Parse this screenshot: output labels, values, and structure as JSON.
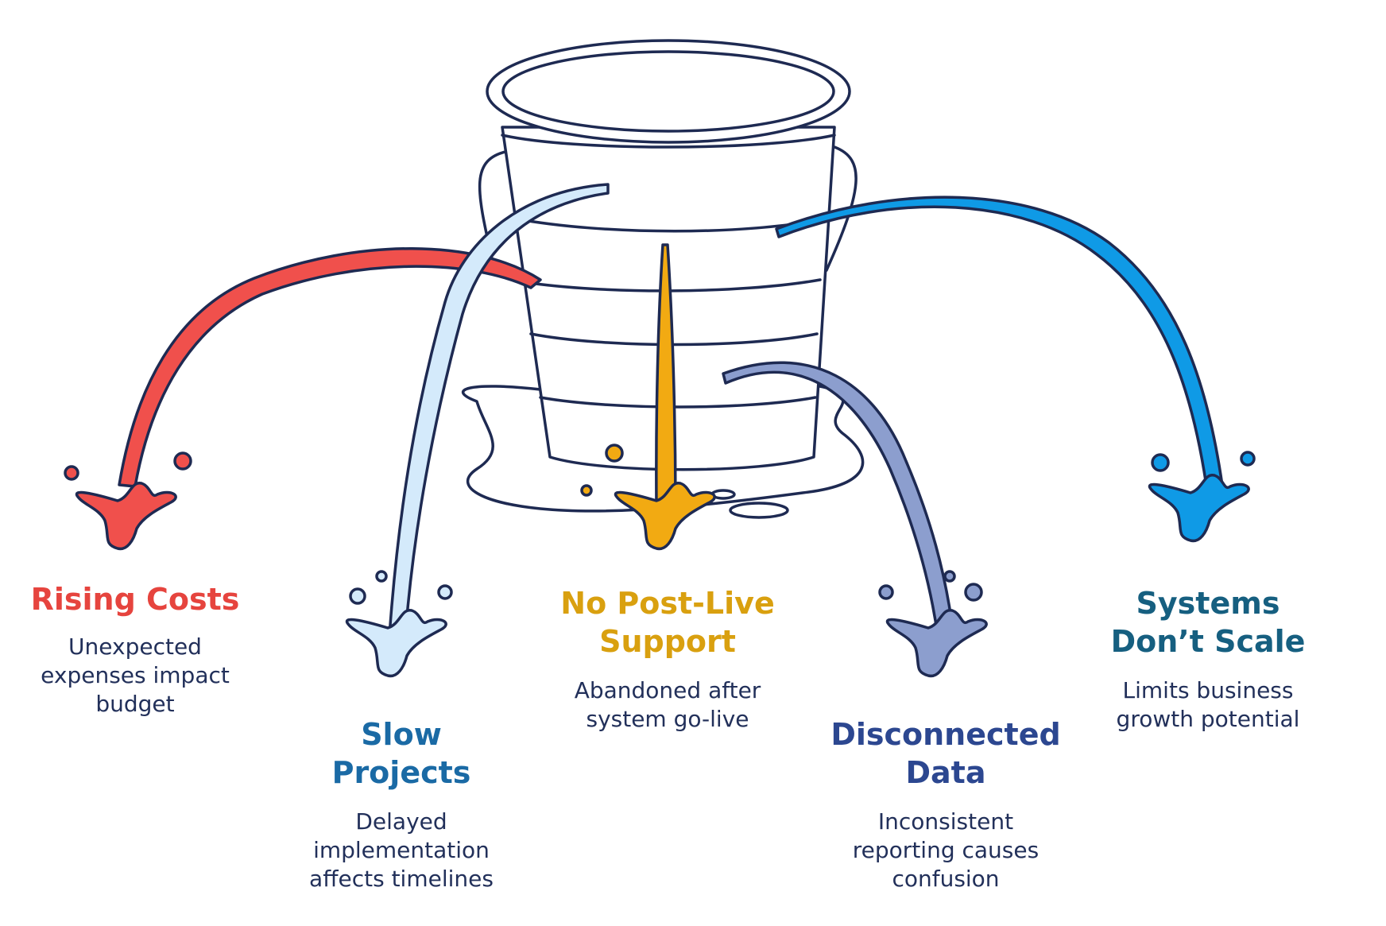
{
  "colors": {
    "outline": "#1e2a52",
    "red": "#f0504c",
    "light_blue": "#d4eafb",
    "gold": "#f2aa12",
    "slate": "#8c9ece",
    "sky": "#0f9ae6"
  },
  "items": [
    {
      "title": "Rising Costs",
      "desc": "Unexpected\nexpenses impact\nbudget",
      "title_color": "#e6443e",
      "fill": "#f0504c"
    },
    {
      "title": "Slow\nProjects",
      "desc": "Delayed\nimplementation\naffects timelines",
      "title_color": "#1a6aa5",
      "fill": "#d4eafb"
    },
    {
      "title": "No Post-Live\nSupport",
      "desc": "Abandoned after\nsystem go-live",
      "title_color": "#d9a00f",
      "fill": "#f2aa12"
    },
    {
      "title": "Disconnected\nData",
      "desc": "Inconsistent\nreporting causes\nconfusion",
      "title_color": "#2c4790",
      "fill": "#8c9ece"
    },
    {
      "title": "Systems\nDon’t Scale",
      "desc": "Limits business\ngrowth potential",
      "title_color": "#165f80",
      "fill": "#0f9ae6"
    }
  ]
}
